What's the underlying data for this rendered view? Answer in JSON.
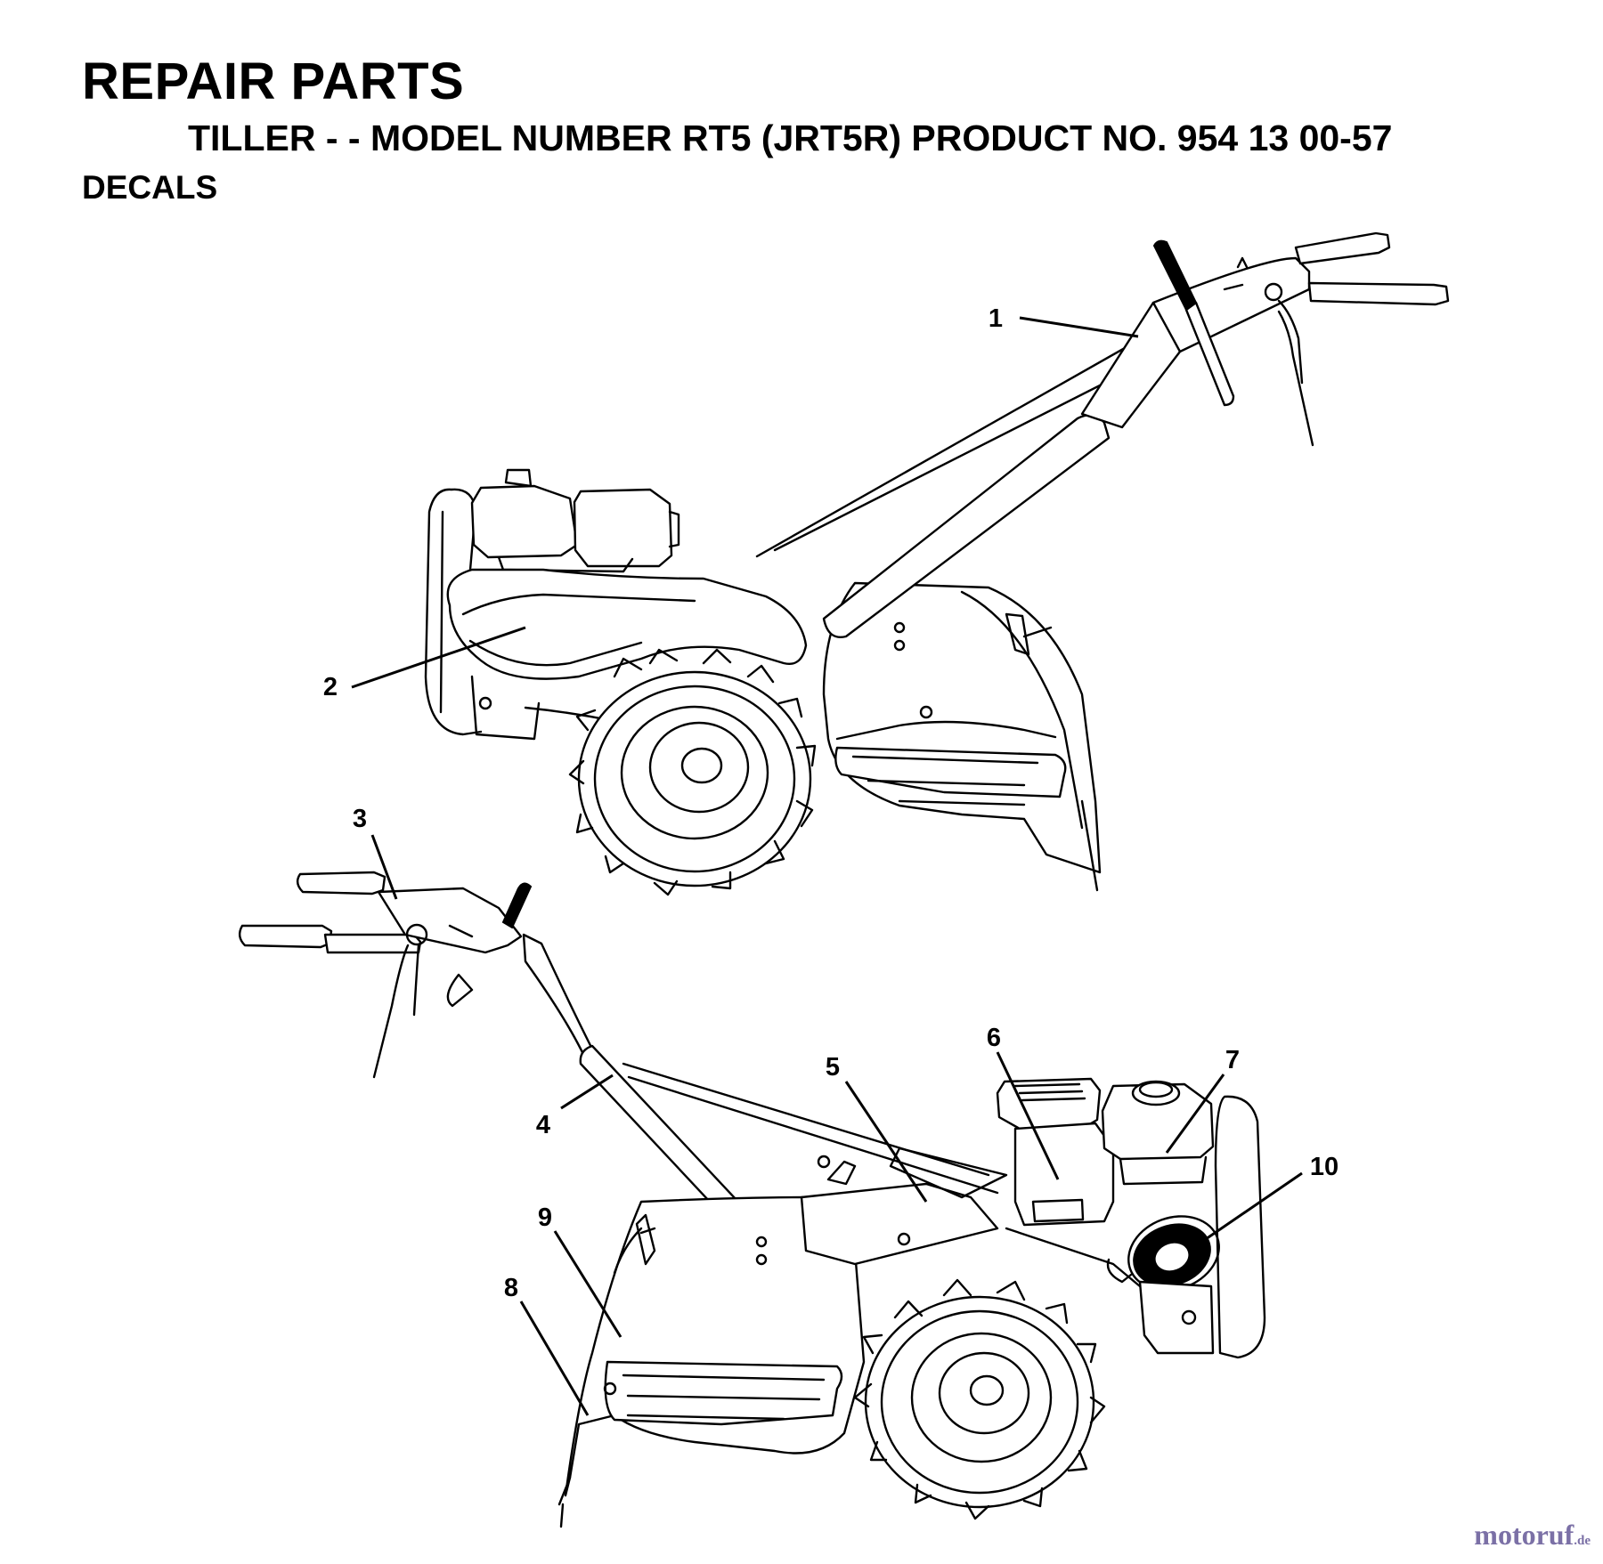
{
  "header": {
    "title": "REPAIR PARTS",
    "subtitle": "TILLER - - MODEL NUMBER RT5 (JRT5R) PRODUCT NO. 954 13 00-57",
    "section": "DECALS"
  },
  "callouts": [
    "1",
    "2",
    "3",
    "4",
    "5",
    "6",
    "7",
    "8",
    "9",
    "10"
  ],
  "watermark": {
    "main": "motoruf",
    "tld": ".de"
  },
  "colors": {
    "line": "#000000",
    "background": "#ffffff",
    "watermark": "#7b70a6",
    "watermark_dot": "#e0a020"
  }
}
